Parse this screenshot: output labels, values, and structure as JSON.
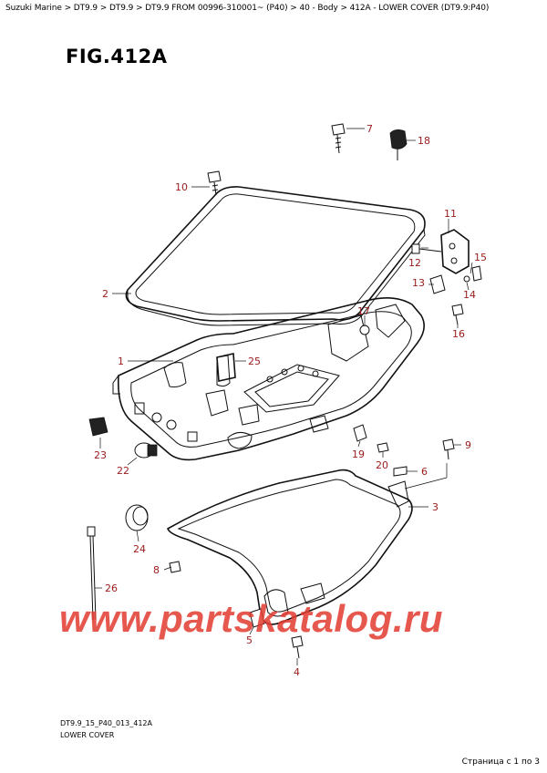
{
  "breadcrumb": "Suzuki Marine > DT9.9 > DT9.9 > DT9.9 FROM 00996-310001~ (P40) > 40 - Body > 412A - LOWER COVER (DT9.9:P40)",
  "figure_title": "FIG.412A",
  "watermark": "www.partskatalog.ru",
  "drawing_code": "DT9.9_15_P40_013_412A",
  "caption": "LOWER COVER",
  "pager": "Страница с 1 по 3",
  "callouts": [
    {
      "id": "c1",
      "label": "1"
    },
    {
      "id": "c2",
      "label": "2"
    },
    {
      "id": "c3",
      "label": "3"
    },
    {
      "id": "c4",
      "label": "4"
    },
    {
      "id": "c5",
      "label": "5"
    },
    {
      "id": "c6",
      "label": "6"
    },
    {
      "id": "c7",
      "label": "7"
    },
    {
      "id": "c8",
      "label": "8"
    },
    {
      "id": "c9",
      "label": "9"
    },
    {
      "id": "c10",
      "label": "10"
    },
    {
      "id": "c11",
      "label": "11"
    },
    {
      "id": "c12",
      "label": "12"
    },
    {
      "id": "c13",
      "label": "13"
    },
    {
      "id": "c14",
      "label": "14"
    },
    {
      "id": "c15",
      "label": "15"
    },
    {
      "id": "c16",
      "label": "16"
    },
    {
      "id": "c17",
      "label": "17"
    },
    {
      "id": "c18",
      "label": "18"
    },
    {
      "id": "c19",
      "label": "19"
    },
    {
      "id": "c20",
      "label": "20"
    },
    {
      "id": "c22",
      "label": "22"
    },
    {
      "id": "c23",
      "label": "23"
    },
    {
      "id": "c24",
      "label": "24"
    },
    {
      "id": "c25",
      "label": "25"
    },
    {
      "id": "c26",
      "label": "26"
    }
  ]
}
